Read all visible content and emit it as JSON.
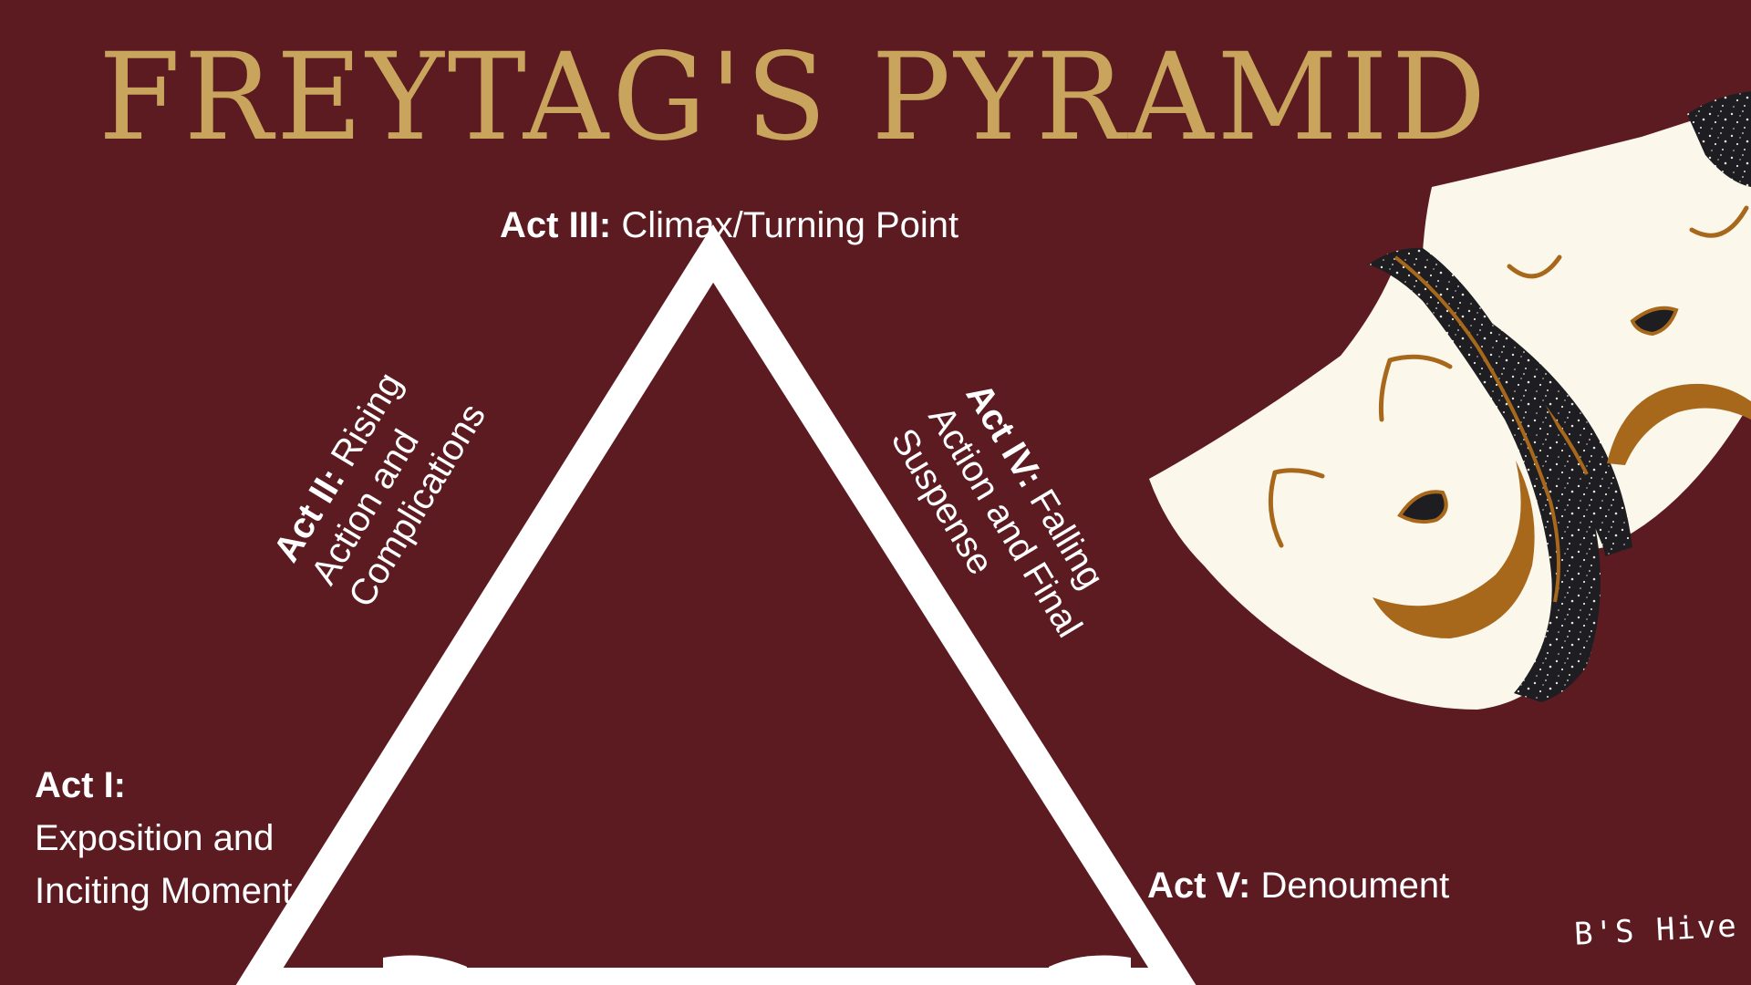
{
  "title": "FREYTAG'S PYRAMID",
  "acts": {
    "act1": {
      "label": "Act I:",
      "text": "Exposition and Inciting Moment"
    },
    "act2": {
      "label": "Act II:",
      "text": "Rising Action and Complications"
    },
    "act3": {
      "label": "Act III:",
      "text": "Climax/Turning Point"
    },
    "act4": {
      "label": "Act IV:",
      "text": "Falling Action and Final Suspense"
    },
    "act5": {
      "label": "Act V:",
      "text": "Denoument"
    }
  },
  "signature": "B'S Hive",
  "colors": {
    "background": "#5c1a21",
    "title": "#c9a45c",
    "pyramid": "#ffffff",
    "mask_face": "#fbf7ea",
    "mask_band": "#1e1e22",
    "mask_accent": "#a8681c"
  },
  "icons": {
    "masks": "theatre-masks-icon"
  }
}
